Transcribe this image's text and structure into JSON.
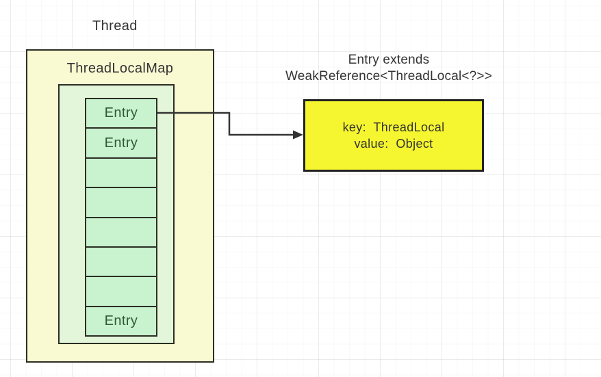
{
  "labels": {
    "thread": "Thread",
    "map_title": "ThreadLocalMap",
    "annotation_line1": "Entry extends",
    "annotation_line2": "WeakReference<ThreadLocal<?>>"
  },
  "entries": [
    {
      "label": "Entry"
    },
    {
      "label": "Entry"
    },
    {
      "label": ""
    },
    {
      "label": ""
    },
    {
      "label": ""
    },
    {
      "label": ""
    },
    {
      "label": ""
    },
    {
      "label": "Entry"
    }
  ],
  "entry_detail": {
    "line1": "key:  ThreadLocal",
    "line2": "value:  Object"
  },
  "colors": {
    "outer_box_fill": "#f9f9d2",
    "inner_box_fill": "#e4f6da",
    "entry_cell_fill": "#c9f2cf",
    "detail_box_fill": "#f6f630",
    "box_border": "#2b2e23",
    "text": "#333333",
    "entry_text": "#2c5a33",
    "arrow": "#333333"
  }
}
